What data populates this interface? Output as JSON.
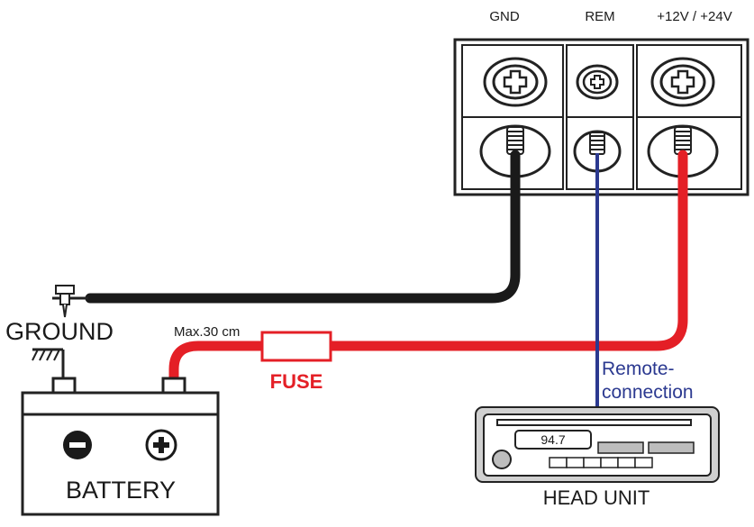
{
  "terminal_block": {
    "gnd_label": "GND",
    "rem_label": "REM",
    "power_label": "+12V / +24V"
  },
  "ground": {
    "label": "GROUND"
  },
  "battery": {
    "label": "BATTERY"
  },
  "fuse": {
    "label": "FUSE",
    "distance_label": "Max.30 cm"
  },
  "remote": {
    "label_line1": "Remote-",
    "label_line2": "connection"
  },
  "head_unit": {
    "label": "HEAD UNIT",
    "display_value": "94.7"
  },
  "colors": {
    "ground_wire": "#1a1a1a",
    "power_wire": "#e41f26",
    "remote_wire": "#2b3990",
    "fuse_label": "#e41f26",
    "remote_label": "#2b3990",
    "head_unit_body": "#d0d0d0"
  }
}
